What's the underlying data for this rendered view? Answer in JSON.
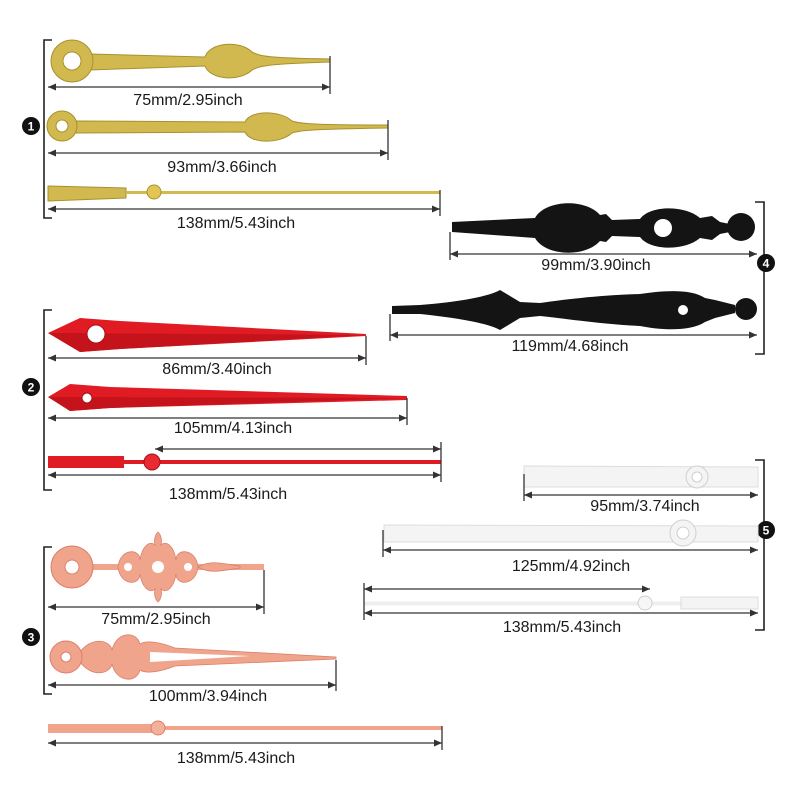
{
  "colors": {
    "gold": "#d1b94f",
    "gold_dark": "#a8912e",
    "red": "#e01b24",
    "red_dark": "#a80f16",
    "rose": "#f0a48c",
    "rose_dark": "#d9806a",
    "black": "#141414",
    "white_hand": "#f4f4f4",
    "white_edge": "#cfcfcf"
  },
  "groups": [
    {
      "number": "1",
      "color": "gold",
      "measurements": [
        "75mm/2.95inch",
        "93mm/3.66inch",
        "138mm/5.43inch"
      ]
    },
    {
      "number": "2",
      "color": "red",
      "measurements": [
        "86mm/3.40inch",
        "105mm/4.13inch",
        "138mm/5.43inch"
      ]
    },
    {
      "number": "3",
      "color": "rose",
      "measurements": [
        "75mm/2.95inch",
        "100mm/3.94inch",
        "138mm/5.43inch"
      ]
    },
    {
      "number": "4",
      "color": "black",
      "measurements": [
        "99mm/3.90inch",
        "119mm/4.68inch"
      ]
    },
    {
      "number": "5",
      "color": "white",
      "measurements": [
        "95mm/3.74inch",
        "125mm/4.92inch",
        "138mm/5.43inch"
      ]
    }
  ]
}
